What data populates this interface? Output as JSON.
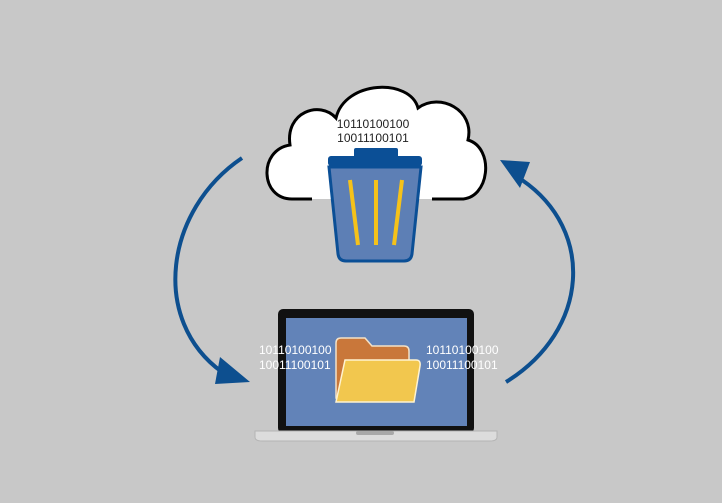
{
  "cloud": {
    "binary_lines": [
      "10110100100",
      "10011100101"
    ]
  },
  "laptop": {
    "left_binary_lines": [
      "10110100100",
      "10011100101"
    ],
    "right_binary_lines": [
      "10110100100",
      "10011100101"
    ]
  },
  "colors": {
    "background": "#c8c8c8",
    "arrow": "#0d4f8f",
    "trash_fill": "#5d7fb5",
    "trash_stroke": "#0b4f96",
    "stripe": "#f5c21a",
    "screen": "#6283b8",
    "folder_back": "#c9773a",
    "folder_front": "#f2c74e"
  }
}
